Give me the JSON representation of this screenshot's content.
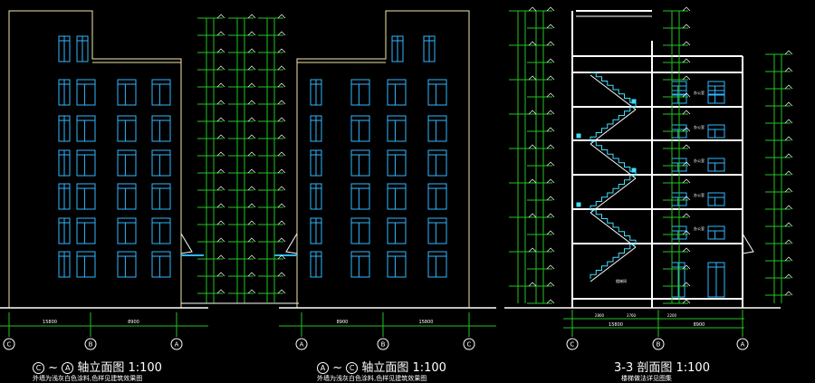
{
  "palette": {
    "background": "#000000",
    "outline": "#f5e9a8",
    "window": "#2fb8ff",
    "dimension": "#23c423",
    "text": "#ffffff",
    "section_wall": "#ffffff",
    "stair": "#3ee0ff"
  },
  "drawings": [
    {
      "title_left_axis": "C",
      "title_sep": "~",
      "title_right_axis": "A",
      "title_text": "轴立面图 1:100",
      "subtitle": "外墙为浅灰白色涂料,色样见建筑效果图",
      "axis_labels": [
        "C",
        "B",
        "A"
      ],
      "dims": [
        "15800",
        "8900"
      ]
    },
    {
      "title_left_axis": "A",
      "title_sep": "~",
      "title_right_axis": "C",
      "title_text": "轴立面图 1:100",
      "subtitle": "外墙为浅灰白色涂料,色样见建筑效果图",
      "axis_labels": [
        "A",
        "B",
        "C"
      ],
      "dims": [
        "8900",
        "15800"
      ]
    },
    {
      "title_text": "3-3 剖面图 1:100",
      "subtitle": "楼梯做法详见图集",
      "axis_labels": [
        "C",
        "B",
        "A"
      ],
      "dims": [
        "15800",
        "8900",
        "2800",
        "3760",
        "2200"
      ],
      "room_label": "办公室",
      "stair_label": "楼梯间"
    }
  ]
}
